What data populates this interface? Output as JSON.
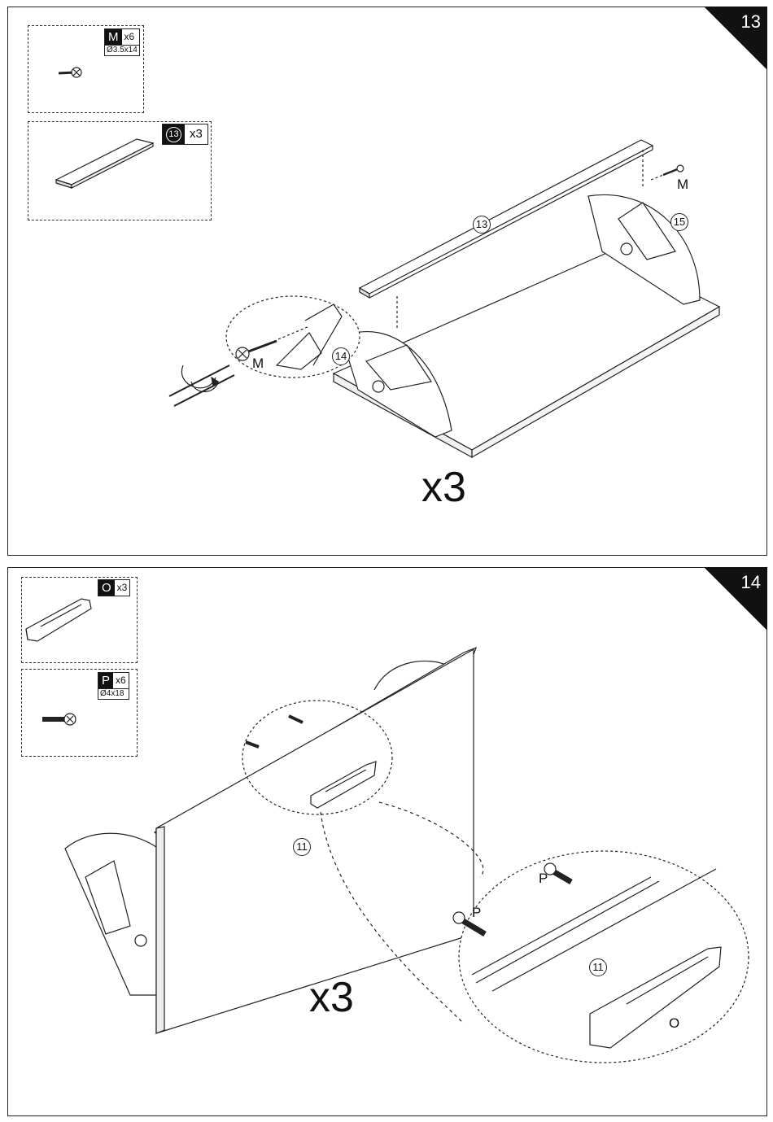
{
  "step13": {
    "number": "13",
    "hardware": {
      "letter": "M",
      "qty": "x6",
      "dim": "Ø3.5x14"
    },
    "part": {
      "number": "13",
      "qty": "x3"
    },
    "callouts": {
      "board": "13",
      "left_panel": "14",
      "right_panel": "15",
      "screw_right": "M",
      "screw_detail": "M"
    },
    "multiplier": "x3"
  },
  "step14": {
    "number": "14",
    "handle": {
      "letter": "O",
      "qty": "x3"
    },
    "hardware": {
      "letter": "P",
      "qty": "x6",
      "dim": "Ø4x18"
    },
    "callouts": {
      "front": "11",
      "detail_front": "11",
      "screw_a": "P",
      "screw_b": "P",
      "handle": "O"
    },
    "multiplier": "x3"
  }
}
